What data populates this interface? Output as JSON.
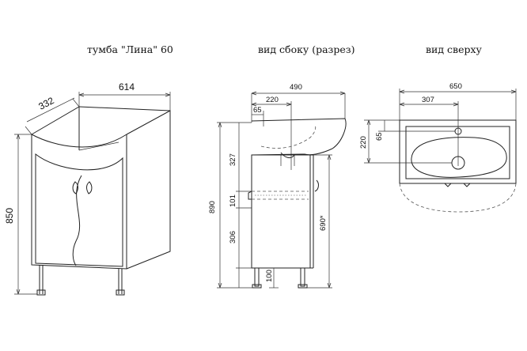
{
  "views": {
    "cabinet": {
      "title": "тумба \"Лина\" 60"
    },
    "side": {
      "title": "вид сбоку (разрез)"
    },
    "top": {
      "title": "вид сверху"
    }
  },
  "dimensions": {
    "cabinet_width": "614",
    "cabinet_depth": "332",
    "cabinet_height": "850",
    "side_overall_depth": "490",
    "side_drain_offset": "220",
    "side_tap_offset": "65",
    "side_total_height": "890",
    "side_upper": "327",
    "side_middle": "101",
    "side_lower": "306",
    "side_legs": "100",
    "side_basin_level": "690*",
    "top_width": "650",
    "top_center": "307",
    "top_depth": "220",
    "top_tap": "65"
  }
}
